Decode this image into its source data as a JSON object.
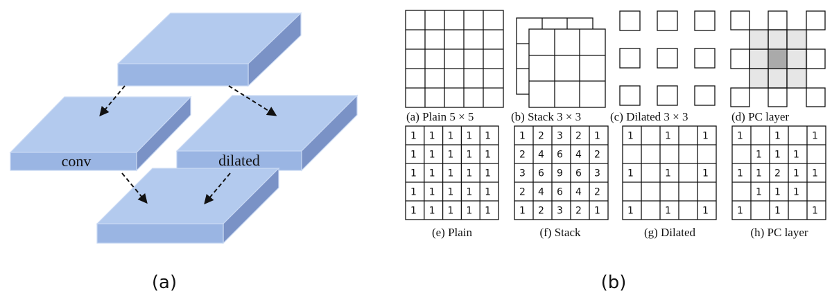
{
  "panel_a": {
    "caption": "(a)",
    "conv_label": "conv",
    "dilated_label": "dilated",
    "colors": {
      "top": "#b3caee",
      "front": "#9ab5e3",
      "side": "#7a92c6",
      "edge": "#c9d9f3"
    }
  },
  "panel_b": {
    "caption": "(b)",
    "top_captions": [
      "(a) Plain 5 × 5",
      "(b) Stack 3 × 3",
      "(c) Dilated 3 × 3",
      "(d) PC layer"
    ],
    "bottom_captions": [
      "(e) Plain",
      "(f) Stack",
      "(g) Dilated",
      "(h) PC layer"
    ],
    "pc_colors": {
      "shade": "#e6e6e6",
      "center": "#aaaaaa"
    },
    "grids": {
      "plain": [
        [
          "1",
          "1",
          "1",
          "1",
          "1"
        ],
        [
          "1",
          "1",
          "1",
          "1",
          "1"
        ],
        [
          "1",
          "1",
          "1",
          "1",
          "1"
        ],
        [
          "1",
          "1",
          "1",
          "1",
          "1"
        ],
        [
          "1",
          "1",
          "1",
          "1",
          "1"
        ]
      ],
      "stack": [
        [
          "1",
          "2",
          "3",
          "2",
          "1"
        ],
        [
          "2",
          "4",
          "6",
          "4",
          "2"
        ],
        [
          "3",
          "6",
          "9",
          "6",
          "3"
        ],
        [
          "2",
          "4",
          "6",
          "4",
          "2"
        ],
        [
          "1",
          "2",
          "3",
          "2",
          "1"
        ]
      ],
      "dilated": [
        [
          "1",
          "",
          "1",
          "",
          "1"
        ],
        [
          "",
          "",
          "",
          "",
          ""
        ],
        [
          "1",
          "",
          "1",
          "",
          "1"
        ],
        [
          "",
          "",
          "",
          "",
          ""
        ],
        [
          "1",
          "",
          "1",
          "",
          "1"
        ]
      ],
      "pc": [
        [
          "1",
          "",
          "1",
          "",
          "1"
        ],
        [
          "",
          "1",
          "1",
          "1",
          ""
        ],
        [
          "1",
          "1",
          "2",
          "1",
          "1"
        ],
        [
          "",
          "1",
          "1",
          "1",
          ""
        ],
        [
          "1",
          "",
          "1",
          "",
          "1"
        ]
      ]
    }
  }
}
